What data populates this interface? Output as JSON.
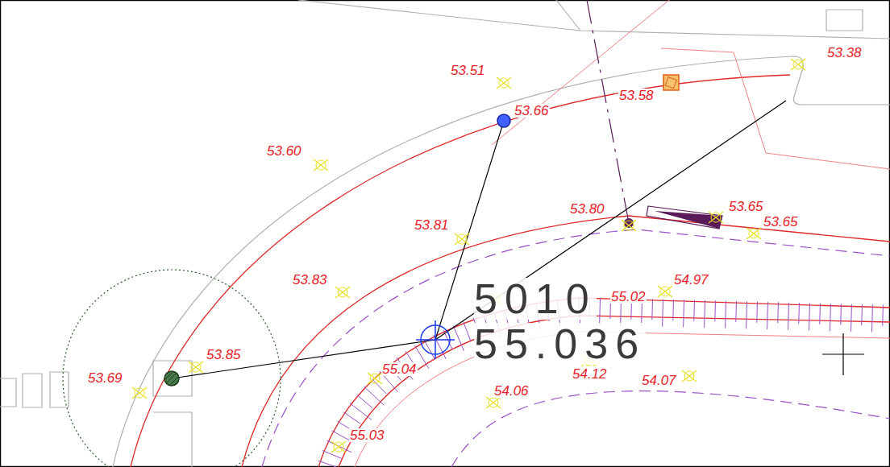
{
  "diagram": {
    "labels": [
      "53.38",
      "53.51",
      "53.58",
      "53.66",
      "53.60",
      "53.65",
      "53.80",
      "53.65",
      "53.81",
      "53.83",
      "54.97",
      "5010",
      "55.02",
      "55.036",
      "53.85",
      "54.12",
      "55.04",
      "53.69",
      "54.07",
      "54.06",
      "55.03"
    ]
  }
}
